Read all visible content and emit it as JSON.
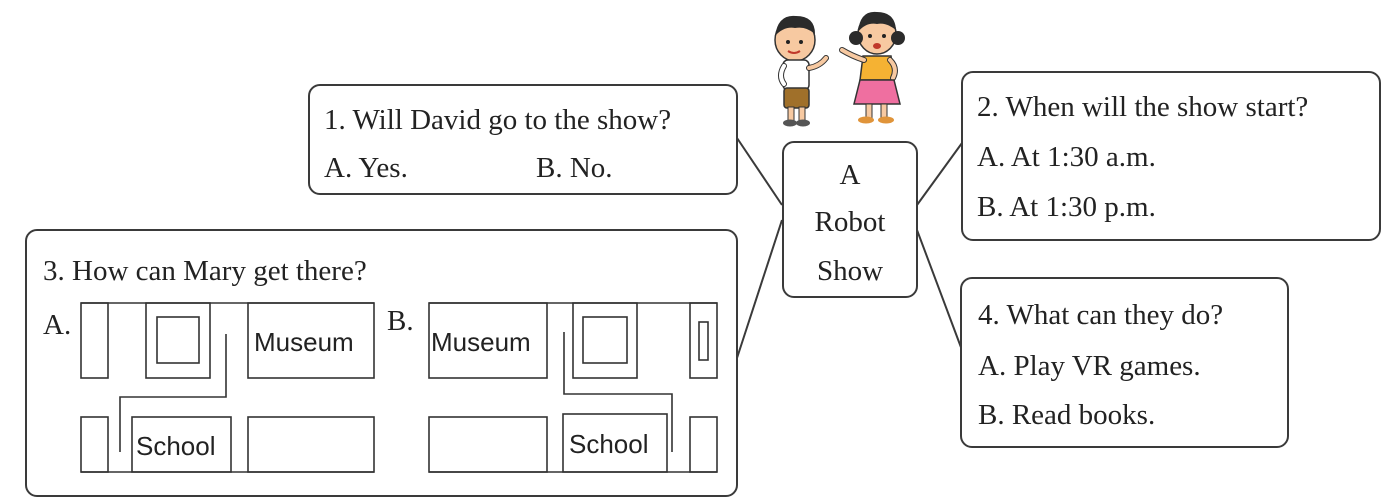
{
  "center": {
    "line1": "A",
    "line2": "Robot",
    "line3": "Show"
  },
  "q1": {
    "question": "1. Will David go to the show?",
    "option_a": "A. Yes.",
    "option_b": "B. No."
  },
  "q2": {
    "question": "2. When will the show start?",
    "option_a": "A. At 1:30 a.m.",
    "option_b": "B. At 1:30 p.m."
  },
  "q3": {
    "question": "3. How can Mary get there?",
    "map_a": {
      "label": "A.",
      "museum": "Museum",
      "school": "School"
    },
    "map_b": {
      "label": "B.",
      "museum": "Museum",
      "school": "School"
    }
  },
  "q4": {
    "question": "4. What can they do?",
    "option_a": "A. Play VR games.",
    "option_b": "B. Read books."
  },
  "colors": {
    "line": "#3a3a3a",
    "boy_shirt": "#ffffff",
    "boy_shorts": "#a0702a",
    "girl_top": "#f5b233",
    "girl_skirt": "#ef6fa0",
    "hair": "#2b2b2b",
    "skin": "#f7c9a1"
  }
}
